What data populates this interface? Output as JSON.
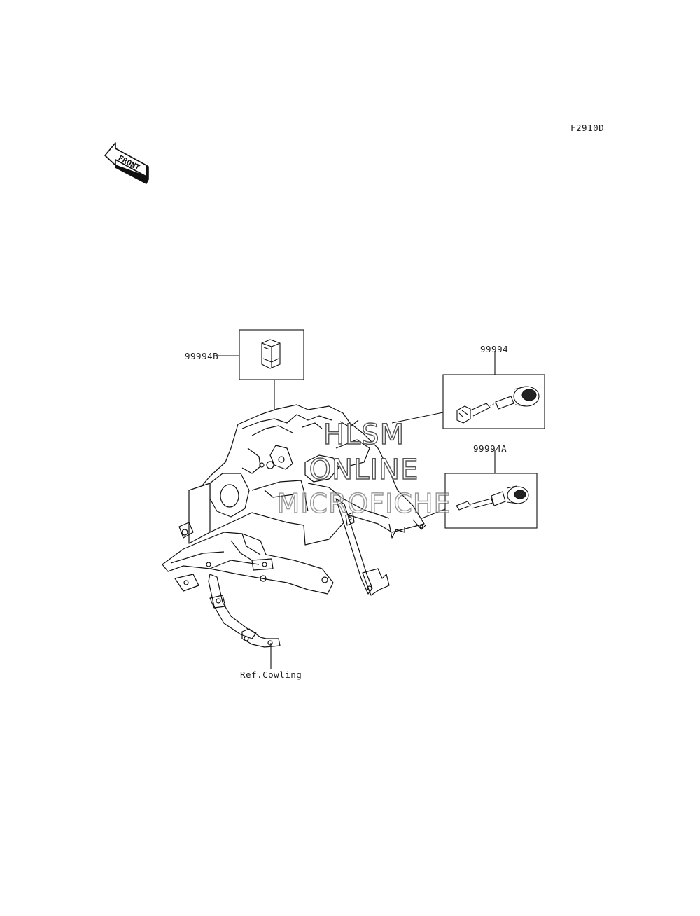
{
  "figure_code": "F2910D",
  "front_arrow_text": "FRONT",
  "parts": [
    {
      "id": "part-99994b",
      "number": "99994B"
    },
    {
      "id": "part-99994",
      "number": "99994"
    },
    {
      "id": "part-99994a",
      "number": "99994A"
    }
  ],
  "reference_label": "Ref.Cowling",
  "watermark": [
    "HLSM",
    "ONLINE",
    "MICROFICHE"
  ]
}
